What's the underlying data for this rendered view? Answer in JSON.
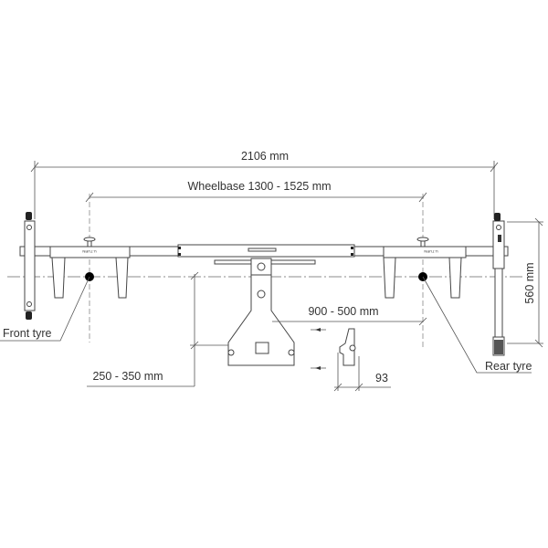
{
  "dimensions": {
    "overall_width": "2106 mm",
    "wheelbase": "Wheelbase 1300 - 1525 mm",
    "height": "560 mm",
    "offset_range": "900 - 500 mm",
    "arm_range": "250 - 350 mm",
    "profile_width": "93"
  },
  "labels": {
    "front_tyre": "Front tyre",
    "rear_tyre": "Rear tyre",
    "clamp_marking": "U-TURN"
  }
}
